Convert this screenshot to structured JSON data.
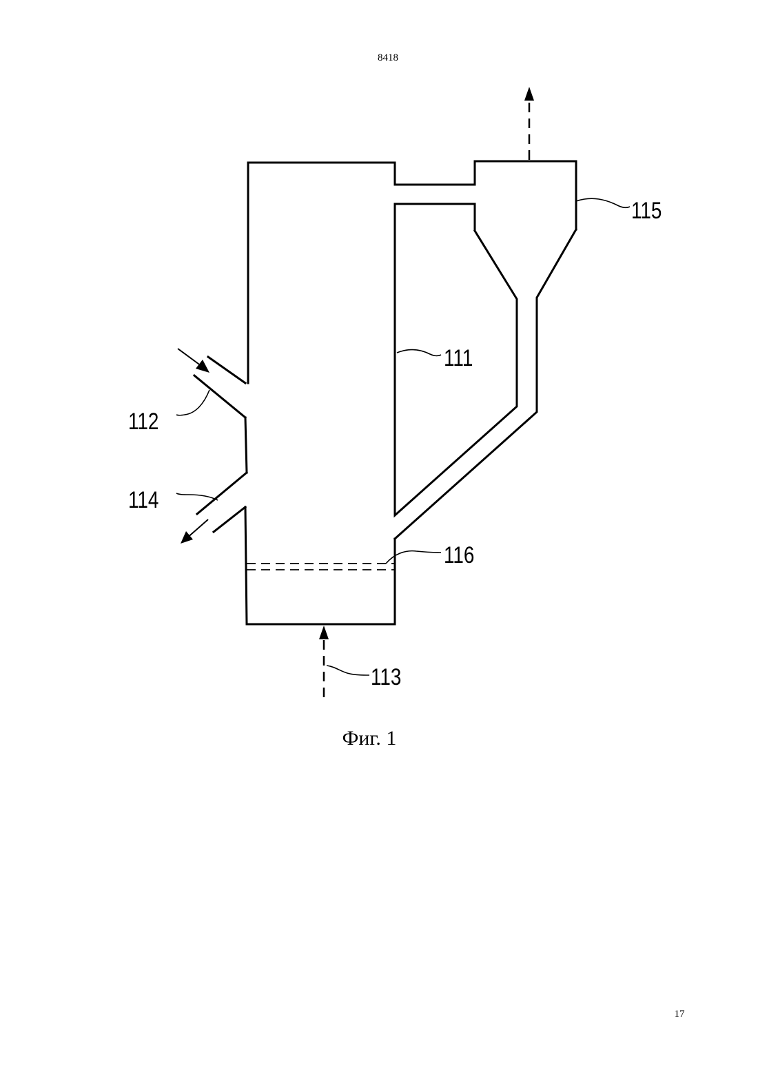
{
  "header": {
    "document_number": "8418"
  },
  "figure": {
    "caption": "Фиг. 1",
    "labels": {
      "riser": "111",
      "feed_inlet": "112",
      "gas_inlet": "113",
      "solids_outlet": "114",
      "cyclone": "115",
      "distributor_grid": "116"
    }
  },
  "footer": {
    "page_number": "17"
  },
  "colors": {
    "ink": "#000000",
    "paper": "#ffffff"
  }
}
